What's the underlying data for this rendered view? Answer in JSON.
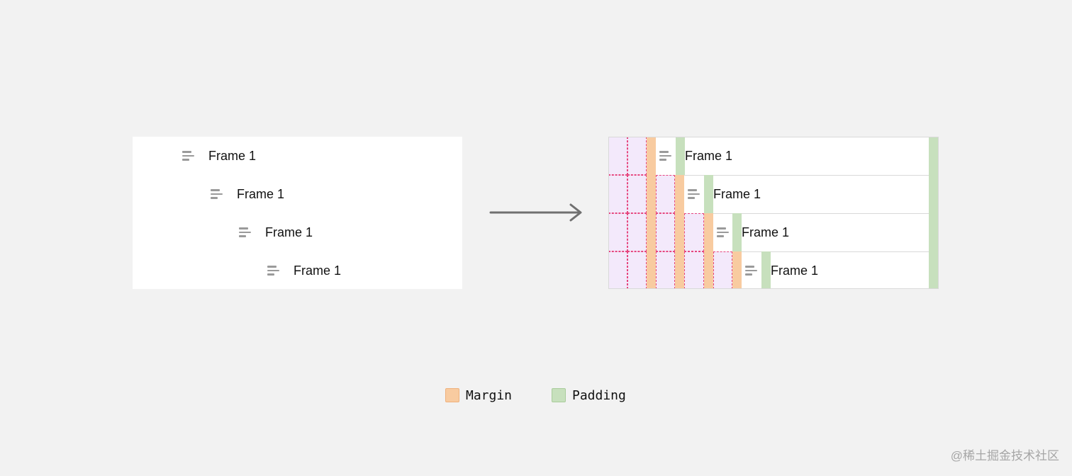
{
  "diagram": {
    "left_rows": [
      {
        "label": "Frame 1",
        "icon": "auto-layout-icon"
      },
      {
        "label": "Frame 1",
        "icon": "auto-layout-icon"
      },
      {
        "label": "Frame 1",
        "icon": "auto-layout-icon"
      },
      {
        "label": "Frame 1",
        "icon": "auto-layout-icon"
      }
    ],
    "right_rows": [
      {
        "label": "Frame 1",
        "icon": "auto-layout-icon"
      },
      {
        "label": "Frame 1",
        "icon": "auto-layout-icon"
      },
      {
        "label": "Frame 1",
        "icon": "auto-layout-icon"
      },
      {
        "label": "Frame 1",
        "icon": "auto-layout-icon"
      }
    ],
    "arrow": "arrow-right-icon"
  },
  "legend": {
    "margin": {
      "label": "Margin",
      "color": "#f8cba0"
    },
    "padding": {
      "label": "Padding",
      "color": "#c7e0bd"
    }
  },
  "colors": {
    "indent_fill": "#f3e9fb",
    "indent_border": "#e6477f",
    "background": "#f2f2f2"
  },
  "watermark": "@稀土掘金技术社区"
}
